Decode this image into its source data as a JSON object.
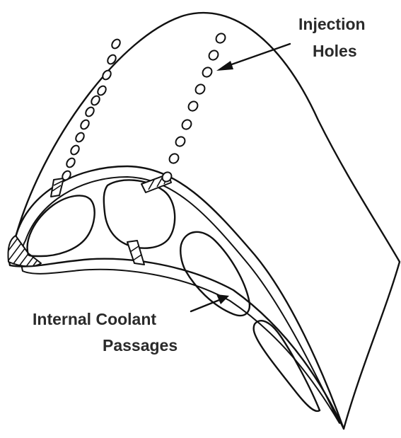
{
  "labels": {
    "injection_line1": "Injection",
    "injection_line2": "Holes",
    "coolant_line1": "Internal Coolant",
    "coolant_line2": "Passages"
  },
  "colors": {
    "ink": "#111111",
    "label": "#2a2a2a",
    "background": "#ffffff"
  }
}
